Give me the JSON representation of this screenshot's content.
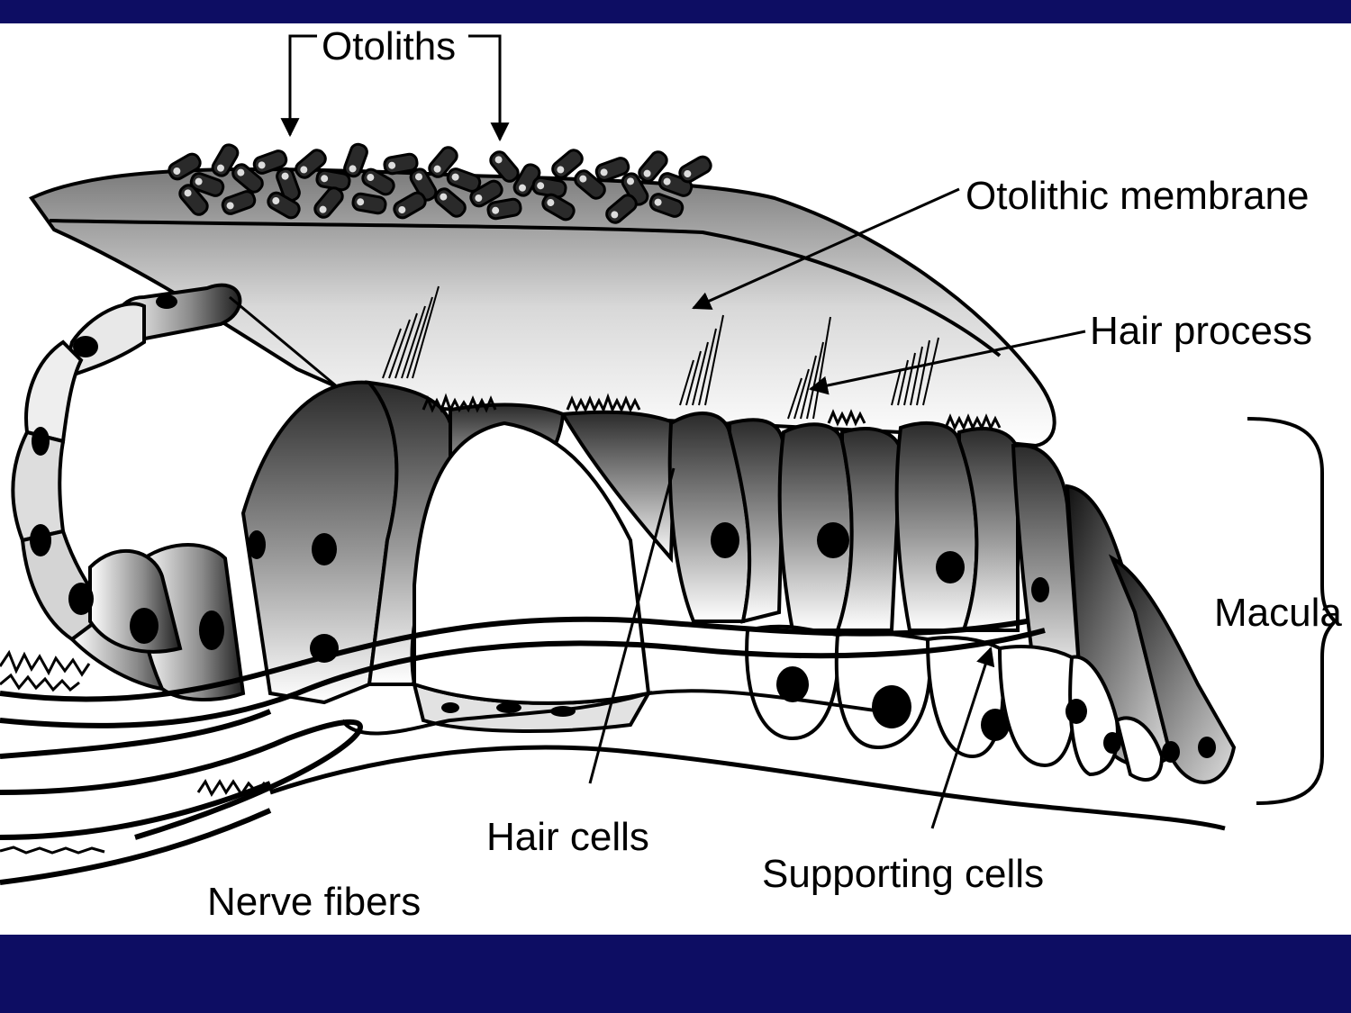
{
  "colors": {
    "slide_band": "#0d0d63",
    "panel": "#ffffff",
    "ink": "#000000"
  },
  "labels": {
    "otoliths": "Otoliths",
    "otolithic_membrane": "Otolithic membrane",
    "hair_process": "Hair process",
    "macula": "Macula",
    "hair_cells": "Hair cells",
    "supporting_cells": "Supporting cells",
    "nerve_fibers": "Nerve fibers"
  }
}
